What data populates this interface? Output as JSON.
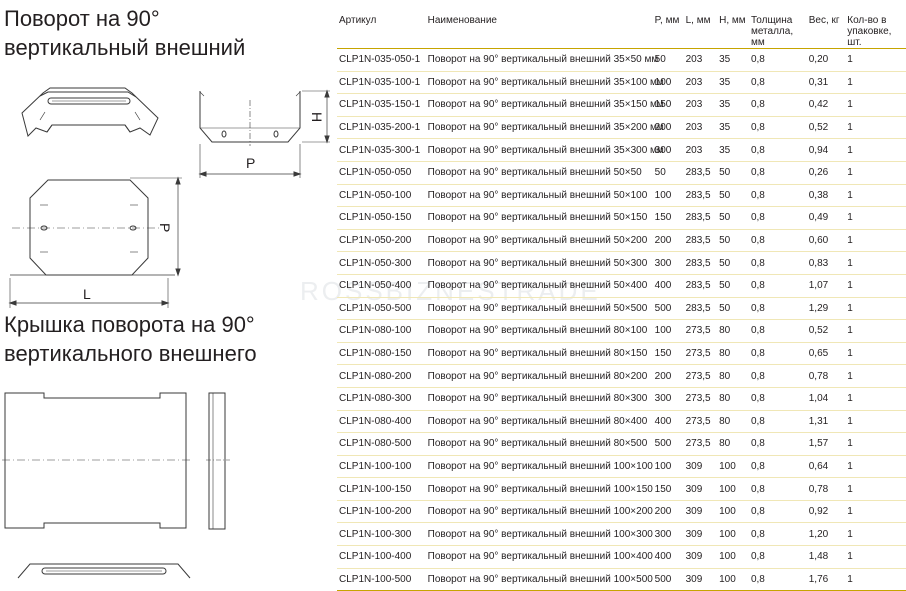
{
  "titles": {
    "turn_line1": "Поворот на 90°",
    "turn_line2": "вертикальный внешний",
    "cover_line1": "Крышка поворота на 90°",
    "cover_line2": "вертикального внешнего"
  },
  "drawing_labels": {
    "h": "H",
    "p_side": "P",
    "p_top": "P",
    "l": "L"
  },
  "watermark": "ROSSBIZNESTRADE",
  "table": {
    "headers": {
      "art": "Артикул",
      "name": "Наименование",
      "p": "P, мм",
      "l": "L, мм",
      "h": "H, мм",
      "thick_1": "Толщина",
      "thick_2": "металла, мм",
      "weight": "Вес, кг",
      "qty_1": "Кол-во в",
      "qty_2": "упаковке, шт."
    },
    "rows": [
      {
        "art": "CLP1N-035-050-1",
        "name": "Поворот на 90° вертикальный внешний 35×50 мм",
        "p": "50",
        "l": "203",
        "h": "35",
        "t": "0,8",
        "w": "0,20",
        "q": "1"
      },
      {
        "art": "CLP1N-035-100-1",
        "name": "Поворот на 90° вертикальный внешний 35×100 мм",
        "p": "100",
        "l": "203",
        "h": "35",
        "t": "0,8",
        "w": "0,31",
        "q": "1"
      },
      {
        "art": "CLP1N-035-150-1",
        "name": "Поворот на 90° вертикальный внешний 35×150 мм",
        "p": "150",
        "l": "203",
        "h": "35",
        "t": "0,8",
        "w": "0,42",
        "q": "1"
      },
      {
        "art": "CLP1N-035-200-1",
        "name": "Поворот на 90° вертикальный внешний 35×200 мм",
        "p": "200",
        "l": "203",
        "h": "35",
        "t": "0,8",
        "w": "0,52",
        "q": "1"
      },
      {
        "art": "CLP1N-035-300-1",
        "name": "Поворот на 90° вертикальный внешний 35×300 мм",
        "p": "300",
        "l": "203",
        "h": "35",
        "t": "0,8",
        "w": "0,94",
        "q": "1"
      },
      {
        "art": "CLP1N-050-050",
        "name": "Поворот на 90° вертикальный внешний 50×50",
        "p": "50",
        "l": "283,5",
        "h": "50",
        "t": "0,8",
        "w": "0,26",
        "q": "1"
      },
      {
        "art": "CLP1N-050-100",
        "name": "Поворот на 90° вертикальный внешний 50×100",
        "p": "100",
        "l": "283,5",
        "h": "50",
        "t": "0,8",
        "w": "0,38",
        "q": "1"
      },
      {
        "art": "CLP1N-050-150",
        "name": "Поворот на 90° вертикальный внешний 50×150",
        "p": "150",
        "l": "283,5",
        "h": "50",
        "t": "0,8",
        "w": "0,49",
        "q": "1"
      },
      {
        "art": "CLP1N-050-200",
        "name": "Поворот на 90° вертикальный внешний 50×200",
        "p": "200",
        "l": "283,5",
        "h": "50",
        "t": "0,8",
        "w": "0,60",
        "q": "1"
      },
      {
        "art": "CLP1N-050-300",
        "name": "Поворот на 90° вертикальный внешний 50×300",
        "p": "300",
        "l": "283,5",
        "h": "50",
        "t": "0,8",
        "w": "0,83",
        "q": "1"
      },
      {
        "art": "CLP1N-050-400",
        "name": "Поворот на 90° вертикальный внешний 50×400",
        "p": "400",
        "l": "283,5",
        "h": "50",
        "t": "0,8",
        "w": "1,07",
        "q": "1"
      },
      {
        "art": "CLP1N-050-500",
        "name": "Поворот на 90° вертикальный внешний 50×500",
        "p": "500",
        "l": "283,5",
        "h": "50",
        "t": "0,8",
        "w": "1,29",
        "q": "1"
      },
      {
        "art": "CLP1N-080-100",
        "name": "Поворот на 90° вертикальный внешний 80×100",
        "p": "100",
        "l": "273,5",
        "h": "80",
        "t": "0,8",
        "w": "0,52",
        "q": "1"
      },
      {
        "art": "CLP1N-080-150",
        "name": "Поворот на 90° вертикальный внешний 80×150",
        "p": "150",
        "l": "273,5",
        "h": "80",
        "t": "0,8",
        "w": "0,65",
        "q": "1"
      },
      {
        "art": "CLP1N-080-200",
        "name": "Поворот на 90° вертикальный внешний 80×200",
        "p": "200",
        "l": "273,5",
        "h": "80",
        "t": "0,8",
        "w": "0,78",
        "q": "1"
      },
      {
        "art": "CLP1N-080-300",
        "name": "Поворот на 90° вертикальный внешний 80×300",
        "p": "300",
        "l": "273,5",
        "h": "80",
        "t": "0,8",
        "w": "1,04",
        "q": "1"
      },
      {
        "art": "CLP1N-080-400",
        "name": "Поворот на 90° вертикальный внешний 80×400",
        "p": "400",
        "l": "273,5",
        "h": "80",
        "t": "0,8",
        "w": "1,31",
        "q": "1"
      },
      {
        "art": "CLP1N-080-500",
        "name": "Поворот на 90° вертикальный внешний 80×500",
        "p": "500",
        "l": "273,5",
        "h": "80",
        "t": "0,8",
        "w": "1,57",
        "q": "1"
      },
      {
        "art": "CLP1N-100-100",
        "name": "Поворот на 90° вертикальный внешний 100×100",
        "p": "100",
        "l": "309",
        "h": "100",
        "t": "0,8",
        "w": "0,64",
        "q": "1"
      },
      {
        "art": "CLP1N-100-150",
        "name": "Поворот на 90° вертикальный внешний 100×150",
        "p": "150",
        "l": "309",
        "h": "100",
        "t": "0,8",
        "w": "0,78",
        "q": "1"
      },
      {
        "art": "CLP1N-100-200",
        "name": "Поворот на 90° вертикальный внешний 100×200",
        "p": "200",
        "l": "309",
        "h": "100",
        "t": "0,8",
        "w": "0,92",
        "q": "1"
      },
      {
        "art": "CLP1N-100-300",
        "name": "Поворот на 90° вертикальный внешний 100×300",
        "p": "300",
        "l": "309",
        "h": "100",
        "t": "0,8",
        "w": "1,20",
        "q": "1"
      },
      {
        "art": "CLP1N-100-400",
        "name": "Поворот на 90° вертикальный внешний 100×400",
        "p": "400",
        "l": "309",
        "h": "100",
        "t": "0,8",
        "w": "1,48",
        "q": "1"
      },
      {
        "art": "CLP1N-100-500",
        "name": "Поворот на 90° вертикальный внешний 100×500",
        "p": "500",
        "l": "309",
        "h": "100",
        "t": "0,8",
        "w": "1,76",
        "q": "1"
      }
    ]
  },
  "colors": {
    "rule_gold": "#c6a400",
    "rule_light": "#f0e7b6",
    "line": "#3a3a3a"
  }
}
